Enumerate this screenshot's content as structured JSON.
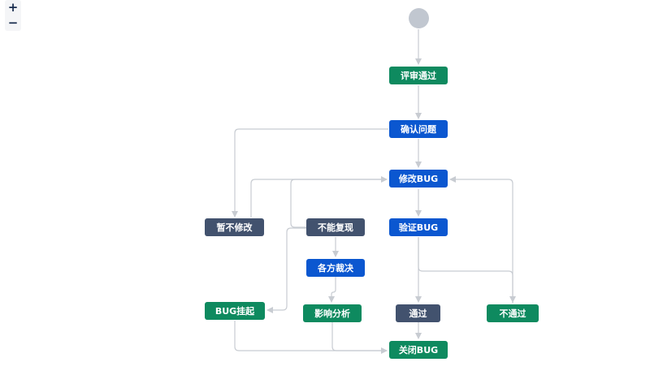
{
  "zoom": {
    "in_label": "+",
    "out_label": "−"
  },
  "colors": {
    "done": "#0e8a5f",
    "in_progress": "#0b57d0",
    "todo": "#42526e",
    "start": "#c1c7d0",
    "edge": "#c8ccd2"
  },
  "nodes": {
    "review_passed": "评审通过",
    "confirm_issue": "确认问题",
    "fix_bug": "修改BUG",
    "defer_fix": "暂不修改",
    "cannot_reproduce": "不能复现",
    "verify_bug": "验证BUG",
    "joint_decision": "各方裁决",
    "bug_suspended": "BUG挂起",
    "impact_analysis": "影响分析",
    "passed": "通过",
    "not_passed": "不通过",
    "close_bug": "关闭BUG"
  }
}
